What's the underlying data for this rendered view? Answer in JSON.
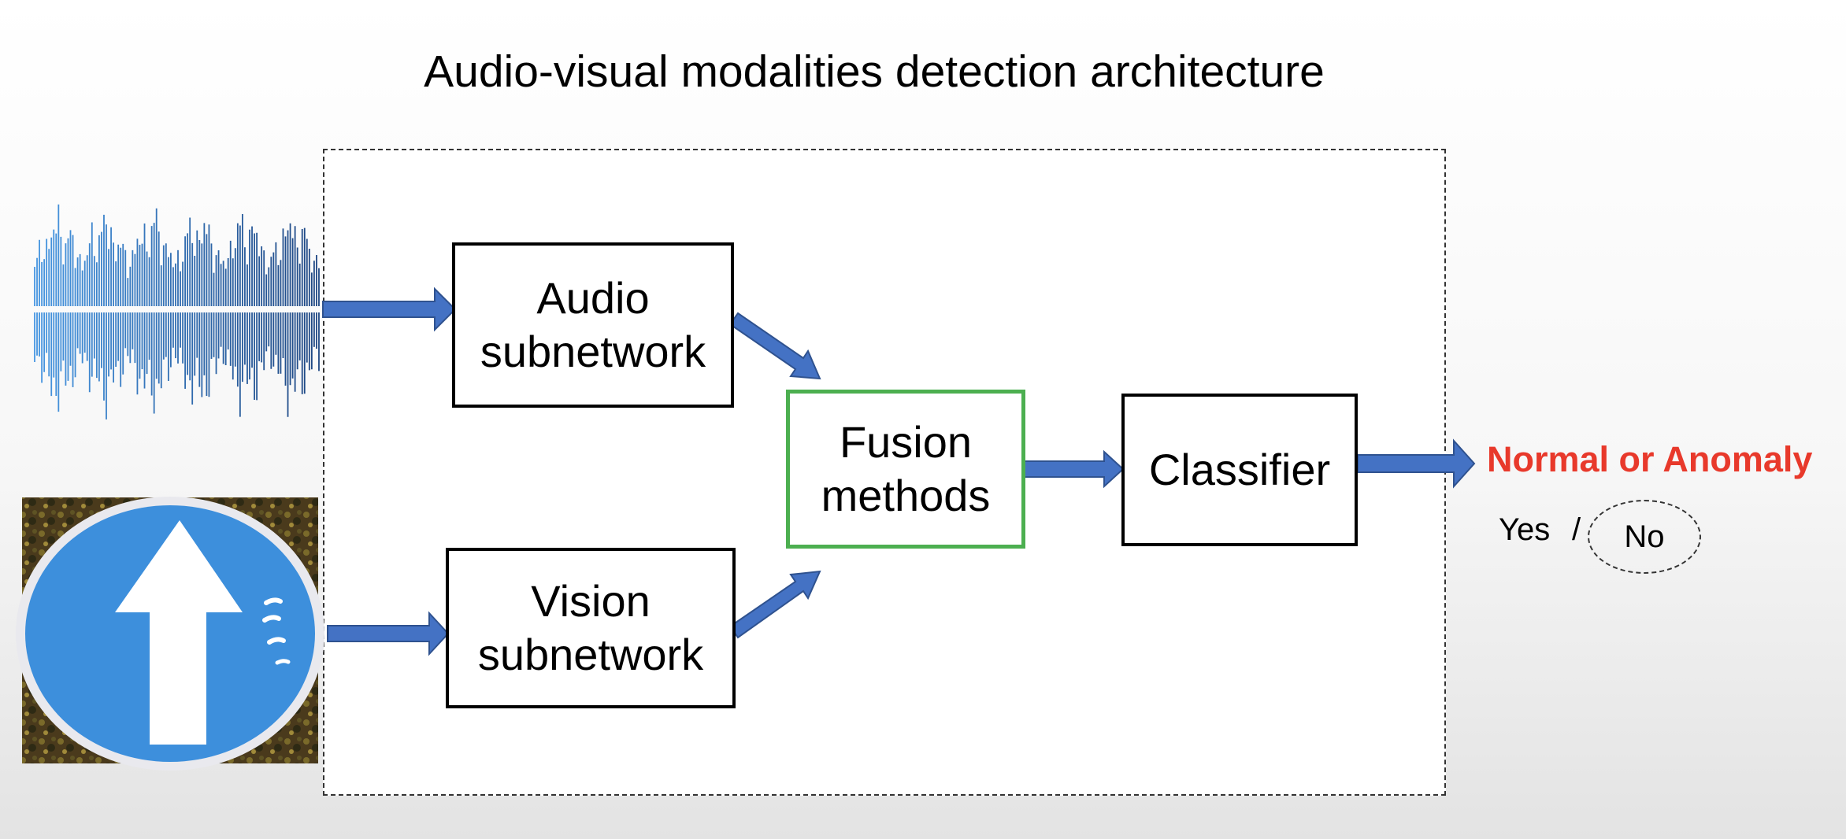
{
  "title": "Audio-visual modalities detection architecture",
  "nodes": {
    "audio_line1": "Audio",
    "audio_line2": "subnetwork",
    "vision_line1": "Vision",
    "vision_line2": "subnetwork",
    "fusion_line1": "Fusion",
    "fusion_line2": "methods",
    "classifier": "Classifier"
  },
  "output": {
    "label": "Normal or Anomaly",
    "yes": "Yes",
    "slash": "/",
    "no": "No"
  },
  "colors": {
    "arrow_fill": "#4472c4",
    "arrow_stroke": "#2f528f",
    "fusion_border": "#4caf50",
    "output_text": "#e8392b",
    "sign_blue": "#3d8fdc"
  },
  "icons": {
    "audio_input": "waveform-icon",
    "vision_input": "road-sign-arrow-up-icon"
  }
}
